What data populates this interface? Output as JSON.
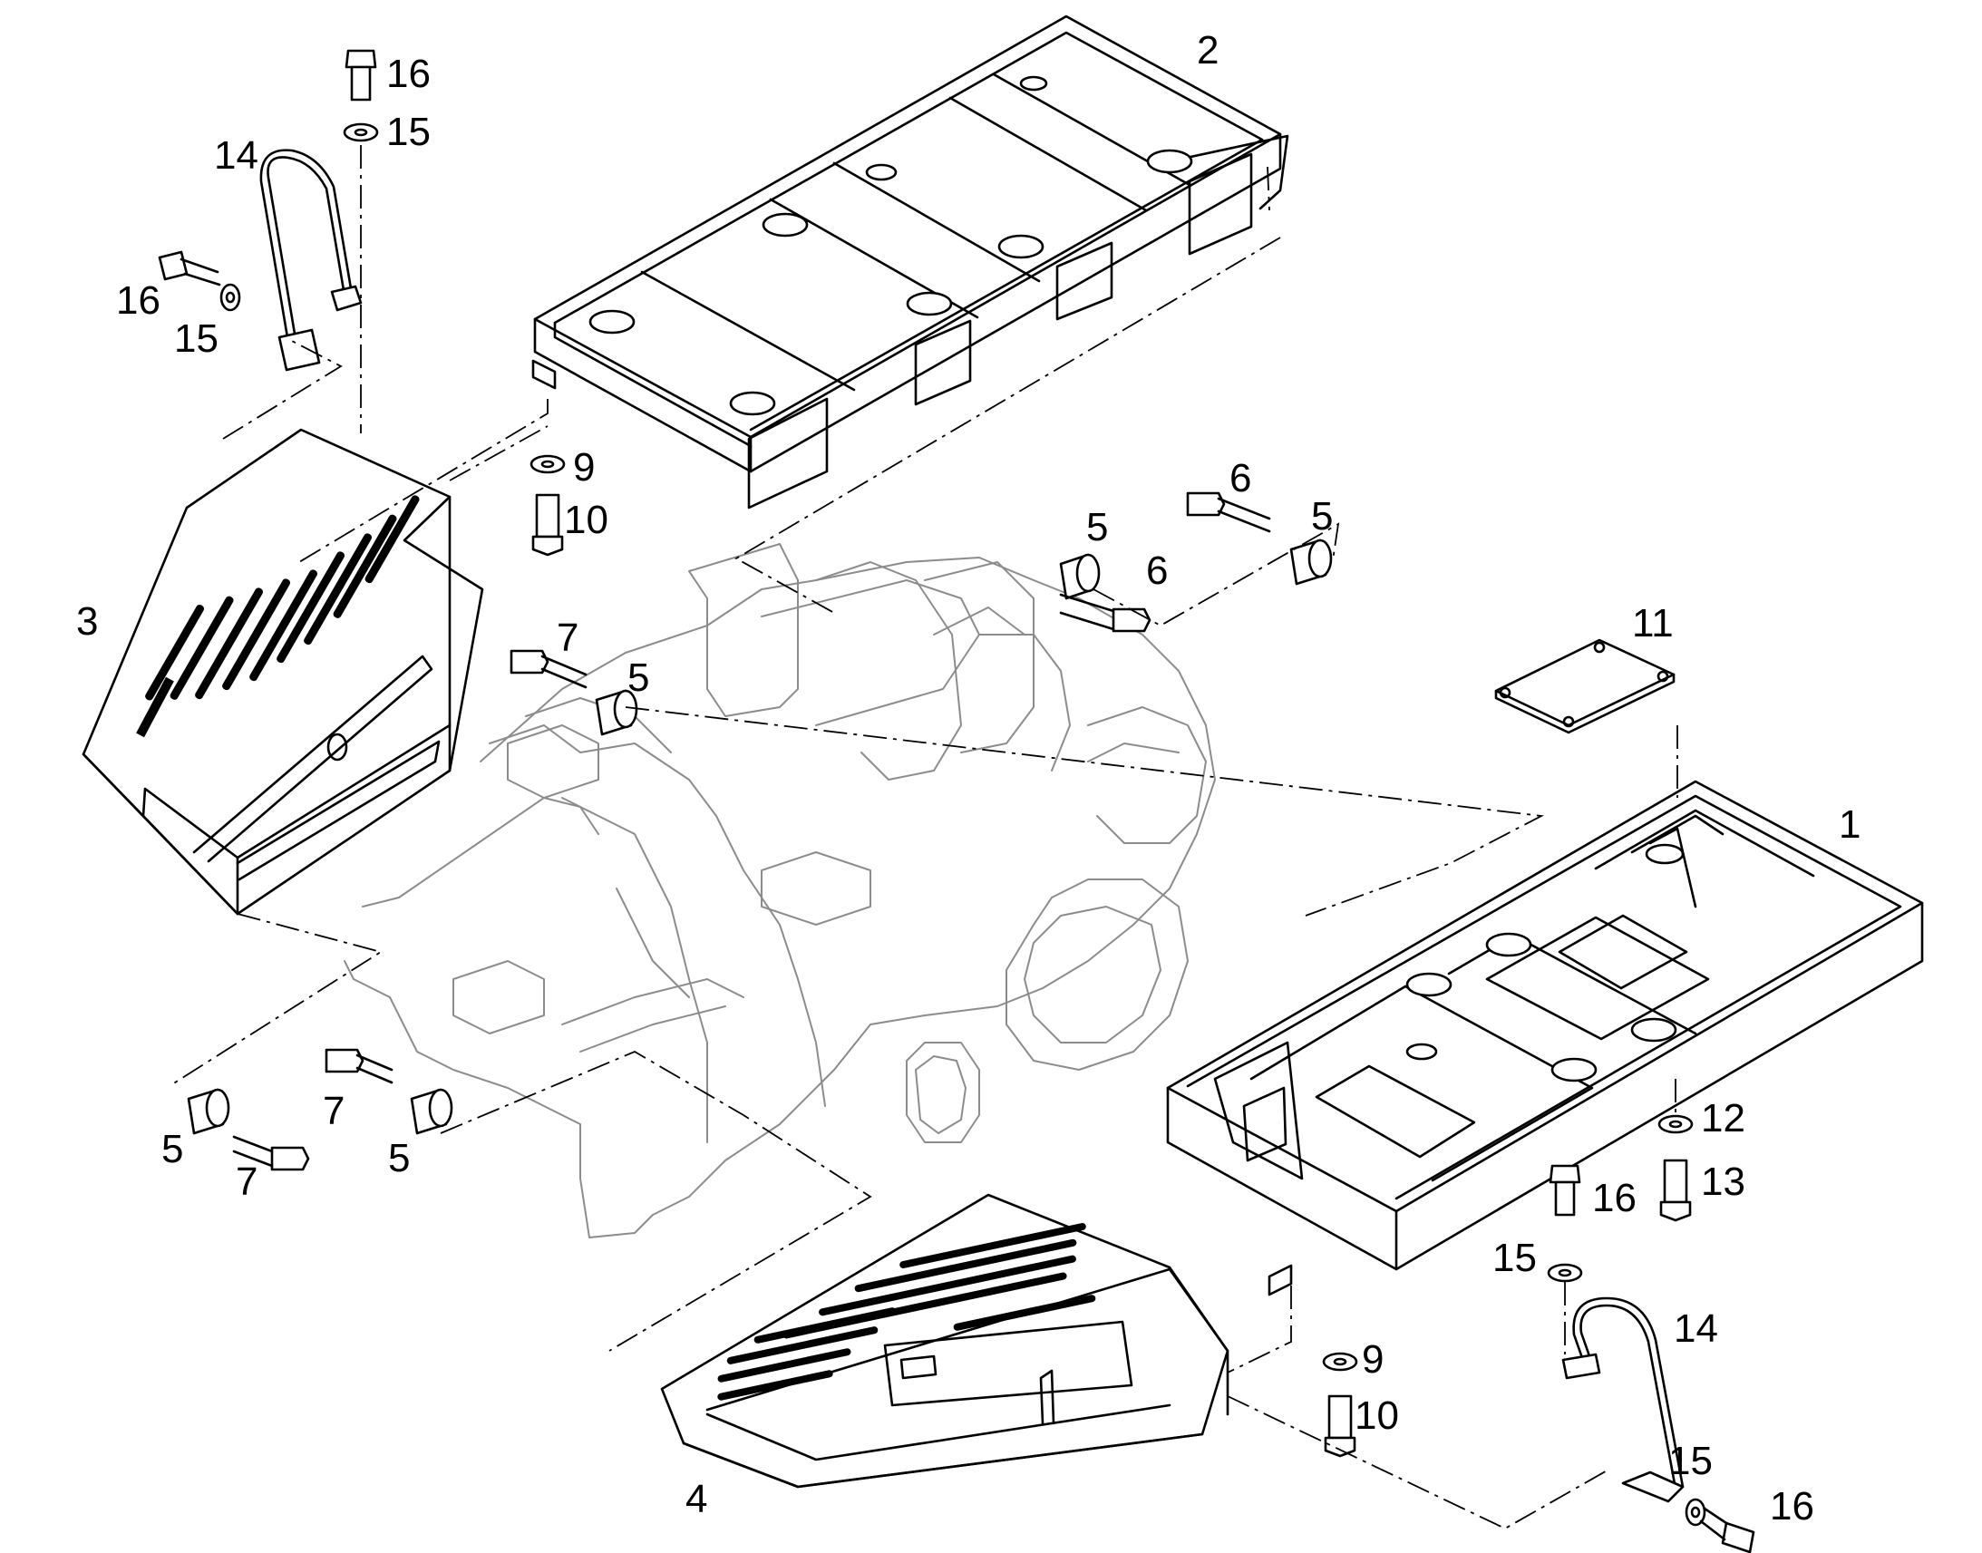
{
  "colors": {
    "line": "#000000",
    "background_frame": "#8c8c8c",
    "background": "#ffffff"
  },
  "callouts": {
    "c1": "1",
    "c2": "2",
    "c3": "3",
    "c4": "4",
    "c5a": "5",
    "c5b": "5",
    "c5c": "5",
    "c5d": "5",
    "c5e": "5",
    "c6a": "6",
    "c6b": "6",
    "c7a": "7",
    "c7b": "7",
    "c7c": "7",
    "c9a": "9",
    "c9b": "9",
    "c10a": "10",
    "c10b": "10",
    "c11": "11",
    "c12": "12",
    "c13": "13",
    "c14a": "14",
    "c14b": "14",
    "c15a": "15",
    "c15b": "15",
    "c15c": "15",
    "c15d": "15",
    "c16a": "16",
    "c16b": "16",
    "c16c": "16",
    "c16d": "16"
  }
}
